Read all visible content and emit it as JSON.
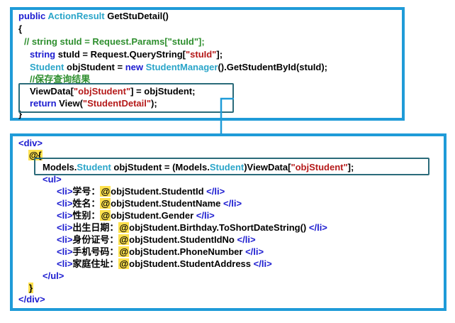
{
  "top_code": {
    "l1": {
      "kw": "public",
      "tp": "ActionResult",
      "rest": " GetStuDetail()"
    },
    "l2": "{",
    "l3": "// string stuId = Request.Params[\"stuId\"];",
    "l4": {
      "kw": "string",
      "rest1": " stuId = Request.QueryString[",
      "str": "\"stuId\"",
      "rest2": "];"
    },
    "l5": {
      "tp1": "Student",
      "rest1": " objStudent = ",
      "kw": "new",
      "tp2": " StudentManager",
      "rest2": "().GetStudentById(stuId);"
    },
    "l6": "//保存查询结果",
    "l7": {
      "rest1": "ViewData[",
      "str": "\"objStudent\"",
      "rest2": "] = objStudent;"
    },
    "l8": {
      "kw": "return",
      "rest1": " View(",
      "str": "\"StudentDetail\"",
      "rest2": ");"
    },
    "l9": "}"
  },
  "bottom_code": {
    "div_open": "<div>",
    "at_block": "@{",
    "models_line": {
      "p1": "Models.",
      "tp1": "Student",
      "p2": " objStudent = (Models.",
      "tp2": "Student",
      "p3": ")ViewData[",
      "str": "\"objStudent\"",
      "p4": "];"
    },
    "ul_open": "<ul>",
    "items": [
      {
        "label": "学号：",
        "expr": "objStudent.StudentId"
      },
      {
        "label": "姓名：",
        "expr": "objStudent.StudentName"
      },
      {
        "label": "性别：",
        "expr": "objStudent.Gender"
      },
      {
        "label": "出生日期：",
        "expr": "objStudent.Birthday.ToShortDateString()"
      },
      {
        "label": "身份证号：",
        "expr": "objStudent.StudentIdNo"
      },
      {
        "label": "手机号码：",
        "expr": "objStudent.PhoneNumber"
      },
      {
        "label": "家庭住址：",
        "expr": "objStudent.StudentAddress"
      }
    ],
    "li_open": "<li>",
    "li_close": "</li>",
    "at_sign": "@",
    "ul_close": "</ul>",
    "block_close": "}",
    "div_close": "</div>"
  },
  "colors": {
    "panel_border": "#1f9bd8",
    "keyword": "#1b1bd0",
    "type": "#2aa5c9",
    "string": "#b51a1a",
    "comment": "#2f8f2f",
    "razor_highlight": "#ffe14d",
    "box_border": "#2b6b7a",
    "arrow": "#1f9bd8"
  }
}
